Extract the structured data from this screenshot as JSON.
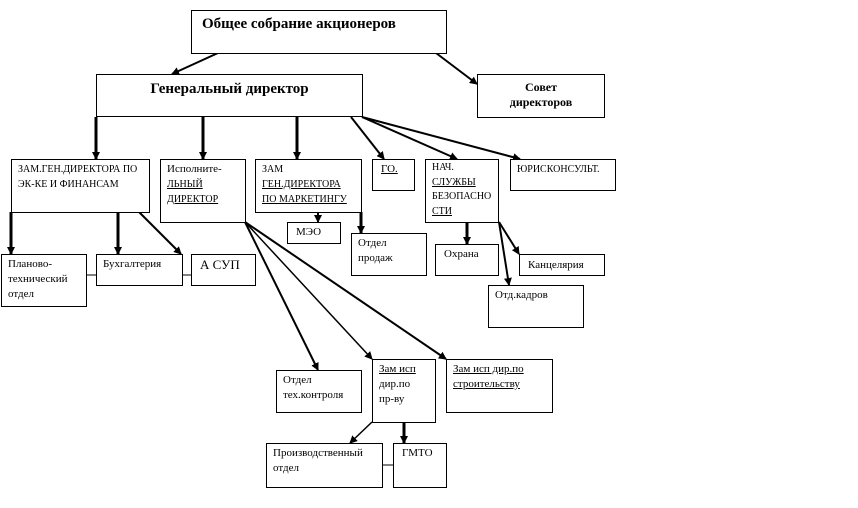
{
  "diagram": {
    "type": "org-chart",
    "nodes": {
      "shareholders": {
        "lines": [
          "Общее собрание акционеров"
        ]
      },
      "general_director": {
        "lines": [
          "Генеральный директор"
        ]
      },
      "board": {
        "lines": [
          "Совет",
          "директоров"
        ]
      },
      "deputy_finance": {
        "lines": [
          "ЗАМ.ГЕН.ДИРЕКТОРА ПО",
          "ЭК-КЕ И ФИНАНСАМ"
        ]
      },
      "executive_director": {
        "lines": [
          "Исполните-",
          "льный",
          "директор"
        ]
      },
      "deputy_marketing": {
        "lines": [
          "Зам",
          "ген.директора",
          "по маркетингу"
        ]
      },
      "go": {
        "lines": [
          "ГО."
        ]
      },
      "security_head": {
        "lines": [
          "Нач.",
          "службы",
          "безопасно",
          "сти"
        ]
      },
      "legal": {
        "lines": [
          "ЮРИСКОНСУЛЬТ."
        ]
      },
      "planning": {
        "lines": [
          "Планово-",
          "технический",
          "отдел"
        ]
      },
      "accounting": {
        "lines": [
          "Бухгалтерия"
        ]
      },
      "asup": {
        "lines": [
          "А СУП"
        ]
      },
      "meo": {
        "lines": [
          "МЭО"
        ]
      },
      "sales": {
        "lines": [
          "Отдел",
          "продаж"
        ]
      },
      "guard": {
        "lines": [
          "Охрана"
        ]
      },
      "office": {
        "lines": [
          "Канцелярия"
        ]
      },
      "hr": {
        "lines": [
          "Отд.кадров"
        ]
      },
      "tech_control": {
        "lines": [
          "Отдел",
          "тех.контроля"
        ]
      },
      "deputy_production": {
        "lines": [
          "Зам исп",
          "дир.по",
          "пр-ву"
        ]
      },
      "deputy_construction": {
        "lines": [
          "Зам исп дир.по",
          "строительству"
        ]
      },
      "production_dept": {
        "lines": [
          "Производственный",
          "отдел"
        ]
      },
      "gmto": {
        "lines": [
          "ГМТО"
        ]
      }
    },
    "edges": [
      [
        "shareholders",
        "general_director"
      ],
      [
        "shareholders",
        "board"
      ],
      [
        "general_director",
        "deputy_finance"
      ],
      [
        "general_director",
        "executive_director"
      ],
      [
        "general_director",
        "deputy_marketing"
      ],
      [
        "general_director",
        "go"
      ],
      [
        "general_director",
        "security_head"
      ],
      [
        "general_director",
        "legal"
      ],
      [
        "deputy_finance",
        "planning"
      ],
      [
        "deputy_finance",
        "accounting"
      ],
      [
        "deputy_finance",
        "asup"
      ],
      [
        "deputy_marketing",
        "meo"
      ],
      [
        "deputy_marketing",
        "sales"
      ],
      [
        "security_head",
        "guard"
      ],
      [
        "security_head",
        "office"
      ],
      [
        "security_head",
        "hr"
      ],
      [
        "executive_director",
        "tech_control"
      ],
      [
        "executive_director",
        "deputy_production"
      ],
      [
        "executive_director",
        "deputy_construction"
      ],
      [
        "deputy_production",
        "production_dept"
      ],
      [
        "deputy_production",
        "gmto"
      ]
    ],
    "links": [
      [
        "planning",
        "accounting"
      ],
      [
        "accounting",
        "asup"
      ],
      [
        "production_dept",
        "gmto"
      ]
    ]
  }
}
